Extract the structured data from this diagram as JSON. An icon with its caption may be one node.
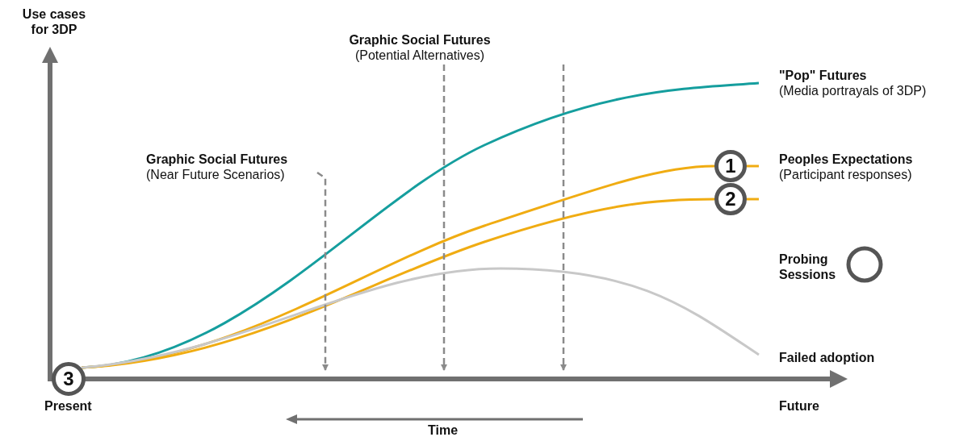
{
  "diagram": {
    "nodes": [
      {
        "text": [
          "3"
        ]
      },
      {
        "text": [
          "1"
        ]
      },
      {
        "text": [
          "2"
        ]
      },
      {
        "text": [
          "Graphic Social Futures",
          "(Near Future Scenarios)"
        ]
      },
      {
        "text": [
          "Graphic Social Futures",
          "(Potential Alternatives)"
        ]
      },
      {
        "text": [],
        "shape": "arrow"
      }
    ],
    "edges": [
      {
        "from": 0,
        "to": null,
        "arrow": "none",
        "color": "#159e9e"
      },
      {
        "from": 0,
        "to": 1,
        "arrow": "none",
        "color": "#f0ac12"
      },
      {
        "from": 0,
        "to": 2,
        "arrow": "none",
        "color": "#f0ac12"
      },
      {
        "from": 0,
        "to": null,
        "arrow": "none",
        "color": "#c8c8c8"
      },
      {
        "from": 3,
        "to": 5,
        "arrow": "to",
        "style": "dashed",
        "color": "#8a8a8a"
      },
      {
        "from": 4,
        "to": 5,
        "arrow": "to",
        "style": "dashed",
        "color": "#8a8a8a"
      },
      {
        "from": 4,
        "to": 5,
        "arrow": "to",
        "style": "dashed",
        "color": "#8a8a8a"
      }
    ],
    "labels": [
      "Use cases for 3DP",
      "\"Pop\" Futures",
      "(Media portrayals of 3DP)",
      "Peoples Expectations",
      "(Participant responses)",
      "Failed adoption",
      "Present",
      "Future",
      "Time"
    ],
    "legend": [
      {
        "text": "Probing Sessions"
      }
    ]
  }
}
